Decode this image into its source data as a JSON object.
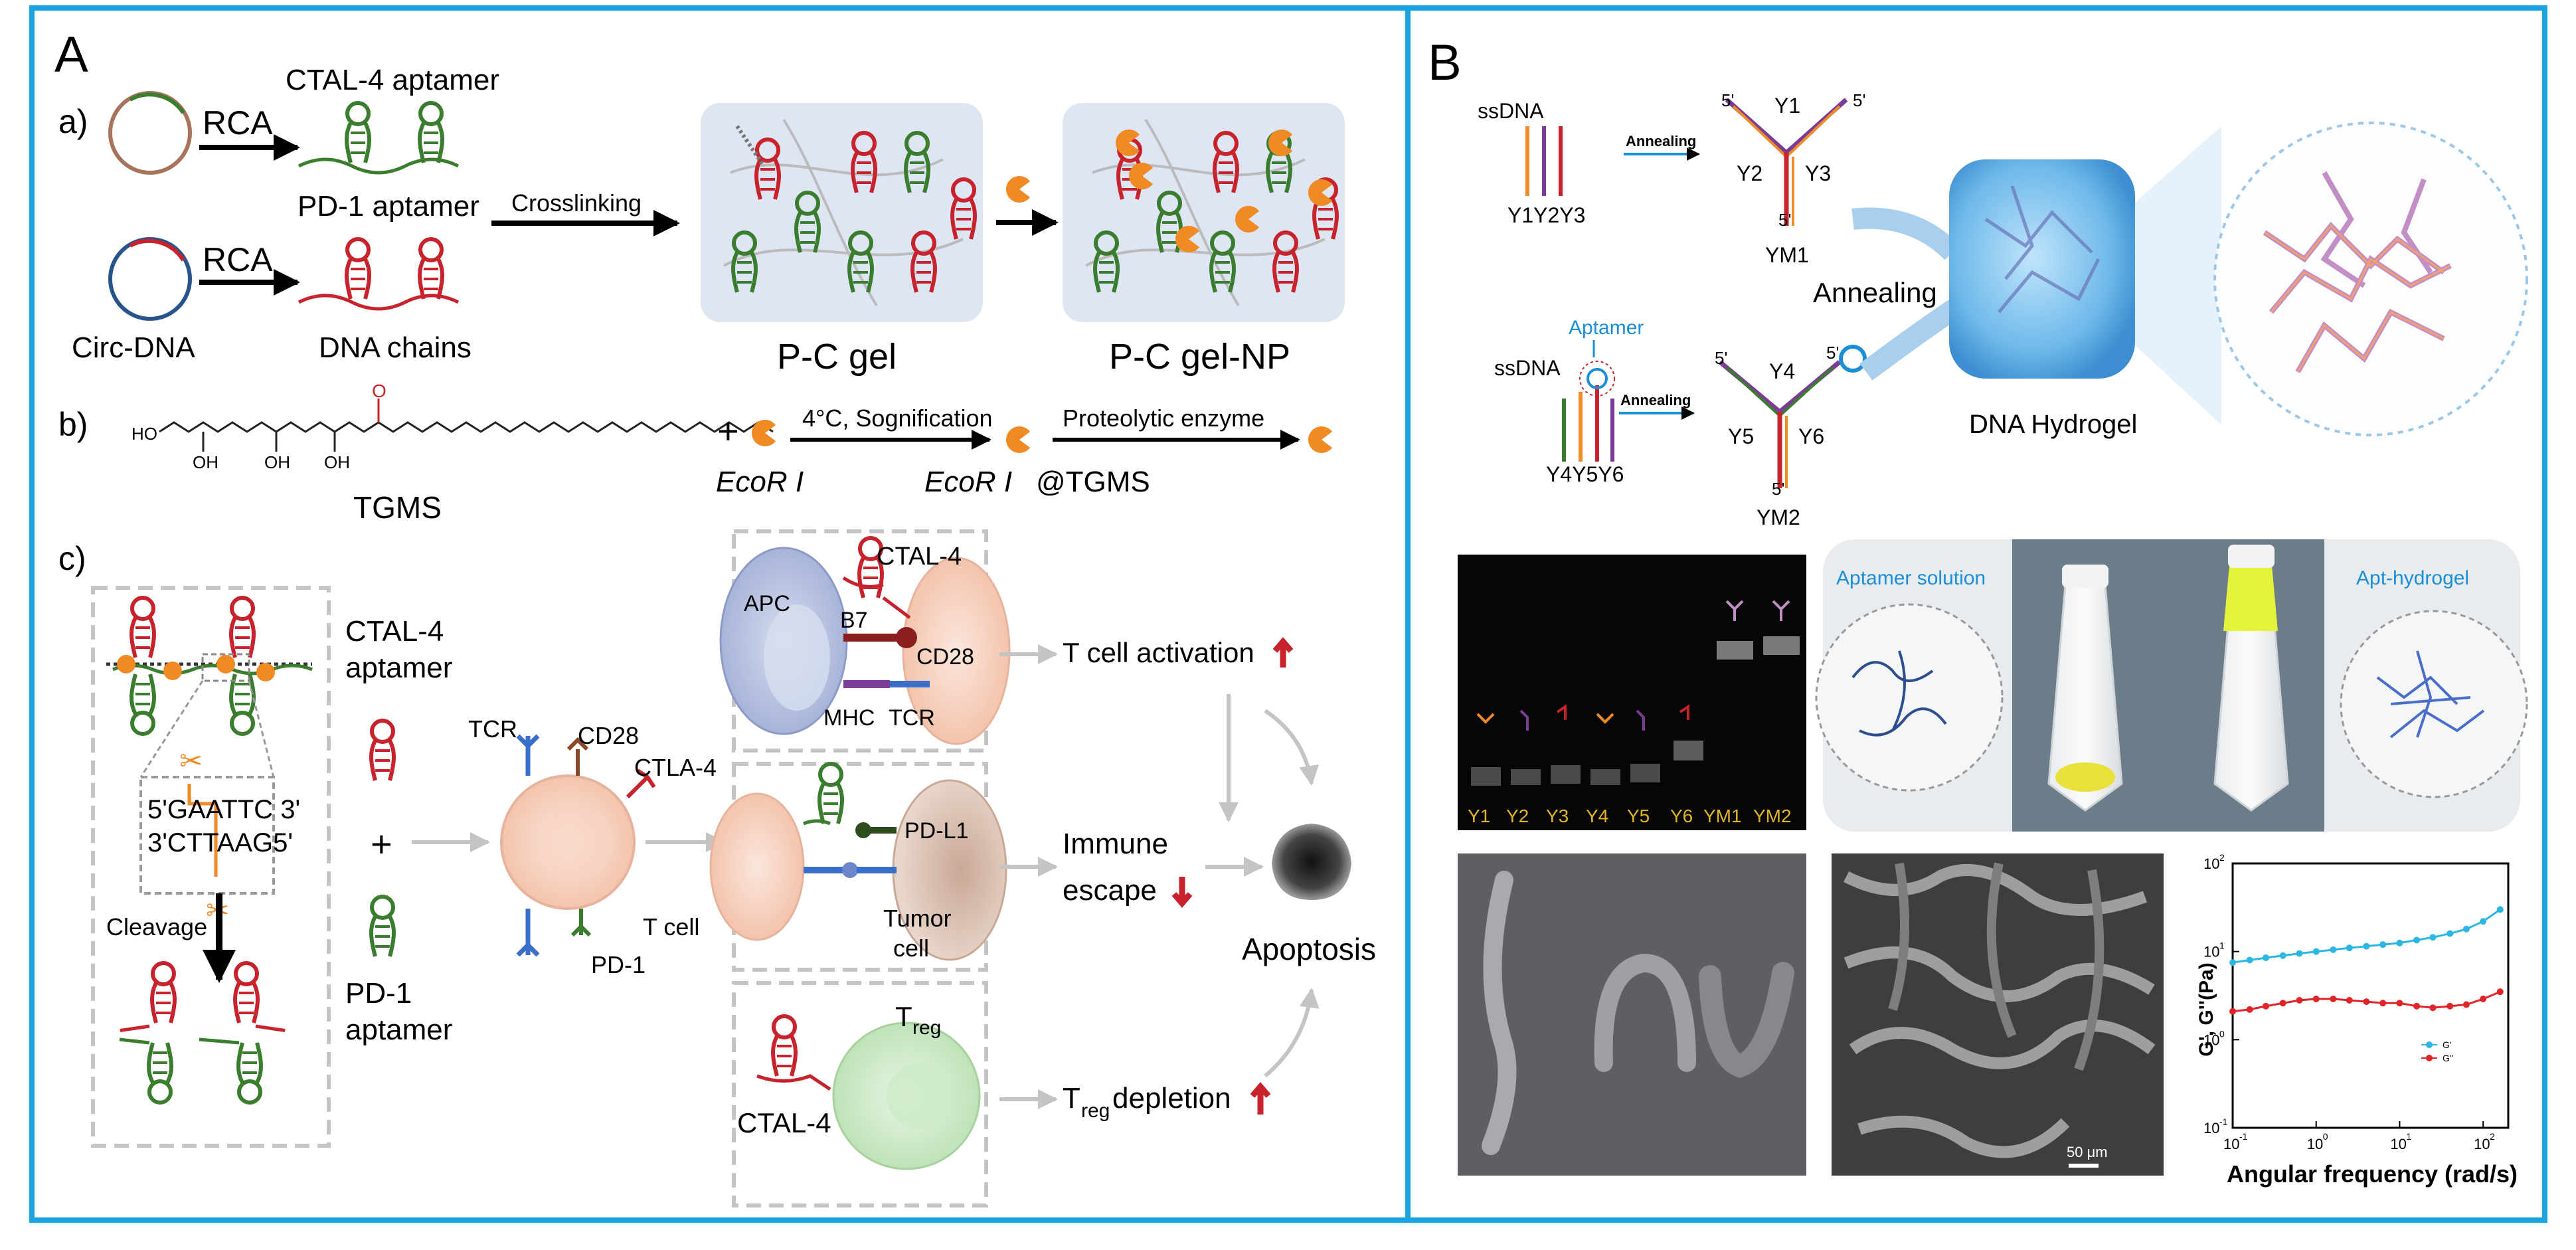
{
  "panelA": {
    "letter": "A",
    "a": {
      "label": "a)",
      "rca1": "RCA",
      "rca2": "RCA",
      "ctla_aptamer": "CTAL-4 aptamer",
      "pd1_aptamer": "PD-1 aptamer",
      "crosslinking": "Crosslinking",
      "circ_dna": "Circ-DNA",
      "dna_chains": "DNA chains",
      "pc_gel": "P-C gel",
      "pc_gel_np": "P-C gel-NP"
    },
    "b": {
      "label": "b)",
      "plus": "+",
      "cond1": "4°C, Sognification",
      "cond2": "Proteolytic enzyme",
      "tgms": "TGMS",
      "ecor": "EcoR I",
      "ecor_tgms_a": "EcoR I",
      "ecor_tgms_b": "@TGMS",
      "oh1": "HO",
      "oh2": "OH",
      "oh3": "OH",
      "oh4": "OH",
      "ester_o": "O"
    },
    "c": {
      "label": "c)",
      "ctla4_apt_1": "CTAL-4",
      "ctla4_apt_2": "aptamer",
      "plus": "+",
      "pd1_apt_1": "PD-1",
      "pd1_apt_2": "aptamer",
      "seq1": "5'GAATTC 3'",
      "seq2": "3'CTTAAG5'",
      "cleavage": "Cleavage",
      "tcr": "TCR",
      "cd28": "CD28",
      "ctla4": "CTLA-4",
      "tcell": "T cell",
      "pd1": "PD-1",
      "apc": "APC",
      "b7": "B7",
      "ctal4_top": "CTAL-4",
      "cd28_b": "CD28",
      "mhc": "MHC",
      "tcr_b": "TCR",
      "pdl1": "PD-L1",
      "tumor1": "Tumor",
      "tumor2": "cell",
      "treg_t": "T",
      "treg_sub": "reg",
      "ctal4_bottom": "CTAL-4",
      "t_activation": "T cell activation",
      "immune1": "Immune",
      "immune2": "escape",
      "treg_dep_t": "T",
      "treg_dep_sub": "reg",
      "treg_dep_rest": " depletion",
      "apoptosis": "Apoptosis"
    }
  },
  "panelB": {
    "letter": "B",
    "ssdna1": "ssDNA",
    "y1y2y3": "Y1Y2Y3",
    "annealing1": "Annealing",
    "y1": "Y1",
    "y2": "Y2",
    "y3": "Y3",
    "ym1": "YM1",
    "five_prime": "5'",
    "annealing_big": "Annealing",
    "aptamer": "Aptamer",
    "ssdna2": "ssDNA",
    "annealing2": "Annealing",
    "y4": "Y4",
    "y5": "Y5",
    "y6": "Y6",
    "y4y5y6": "Y4Y5Y6",
    "ym2": "YM2",
    "dna_hydrogel": "DNA Hydrogel",
    "gel_lanes": [
      "Y1",
      "Y2",
      "Y3",
      "Y4",
      "Y5",
      "Y6",
      "YM1",
      "YM2"
    ],
    "aptamer_solution": "Aptamer solution",
    "apt_hydrogel": "Apt-hydrogel",
    "scale_bar": "50 μm",
    "rheo": {
      "ylabel": "G', G''(Pa)",
      "xlabel": "Angular frequency (rad/s)",
      "legend_g1": "G'",
      "legend_g2": "G''",
      "yticks": [
        "10",
        "10",
        "10",
        "10"
      ],
      "yexp": [
        "2",
        "1",
        "0",
        "-1"
      ],
      "xticks": [
        "10",
        "10",
        "10",
        "10"
      ],
      "xexp": [
        "-1",
        "0",
        "1",
        "2"
      ]
    }
  },
  "colors": {
    "frame": "#1aa3e0",
    "gel_bg": "#dfe6f3",
    "red_dna": "#c8232c",
    "green_dna": "#3b7d2e",
    "orange": "#f08a24",
    "blue_text": "#1a8ed6",
    "arrow_red": "#c8232c"
  },
  "chart_data": {
    "type": "scatter",
    "title": "",
    "xlabel": "Angular frequency (rad/s)",
    "ylabel": "G', G''(Pa)",
    "xscale": "log",
    "yscale": "log",
    "xlim": [
      0.1,
      200
    ],
    "ylim": [
      0.1,
      100
    ],
    "legend": "center-right",
    "series": [
      {
        "name": "G'",
        "color": "#2bb6e3",
        "x": [
          0.1,
          0.16,
          0.25,
          0.4,
          0.63,
          1.0,
          1.6,
          2.5,
          4,
          6.3,
          10,
          16,
          25,
          40,
          63,
          100,
          160
        ],
        "y": [
          7.5,
          8.0,
          8.5,
          9.0,
          9.5,
          10.0,
          10.5,
          11.0,
          11.5,
          12.0,
          12.5,
          13.5,
          14.5,
          16.0,
          18.0,
          22.0,
          30.0
        ]
      },
      {
        "name": "G''",
        "color": "#e0242a",
        "x": [
          0.1,
          0.16,
          0.25,
          0.4,
          0.63,
          1.0,
          1.6,
          2.5,
          4,
          6.3,
          10,
          16,
          25,
          40,
          63,
          100,
          160
        ],
        "y": [
          2.1,
          2.2,
          2.4,
          2.6,
          2.8,
          2.9,
          2.9,
          2.8,
          2.7,
          2.6,
          2.6,
          2.4,
          2.3,
          2.4,
          2.5,
          2.9,
          3.5
        ]
      }
    ]
  }
}
